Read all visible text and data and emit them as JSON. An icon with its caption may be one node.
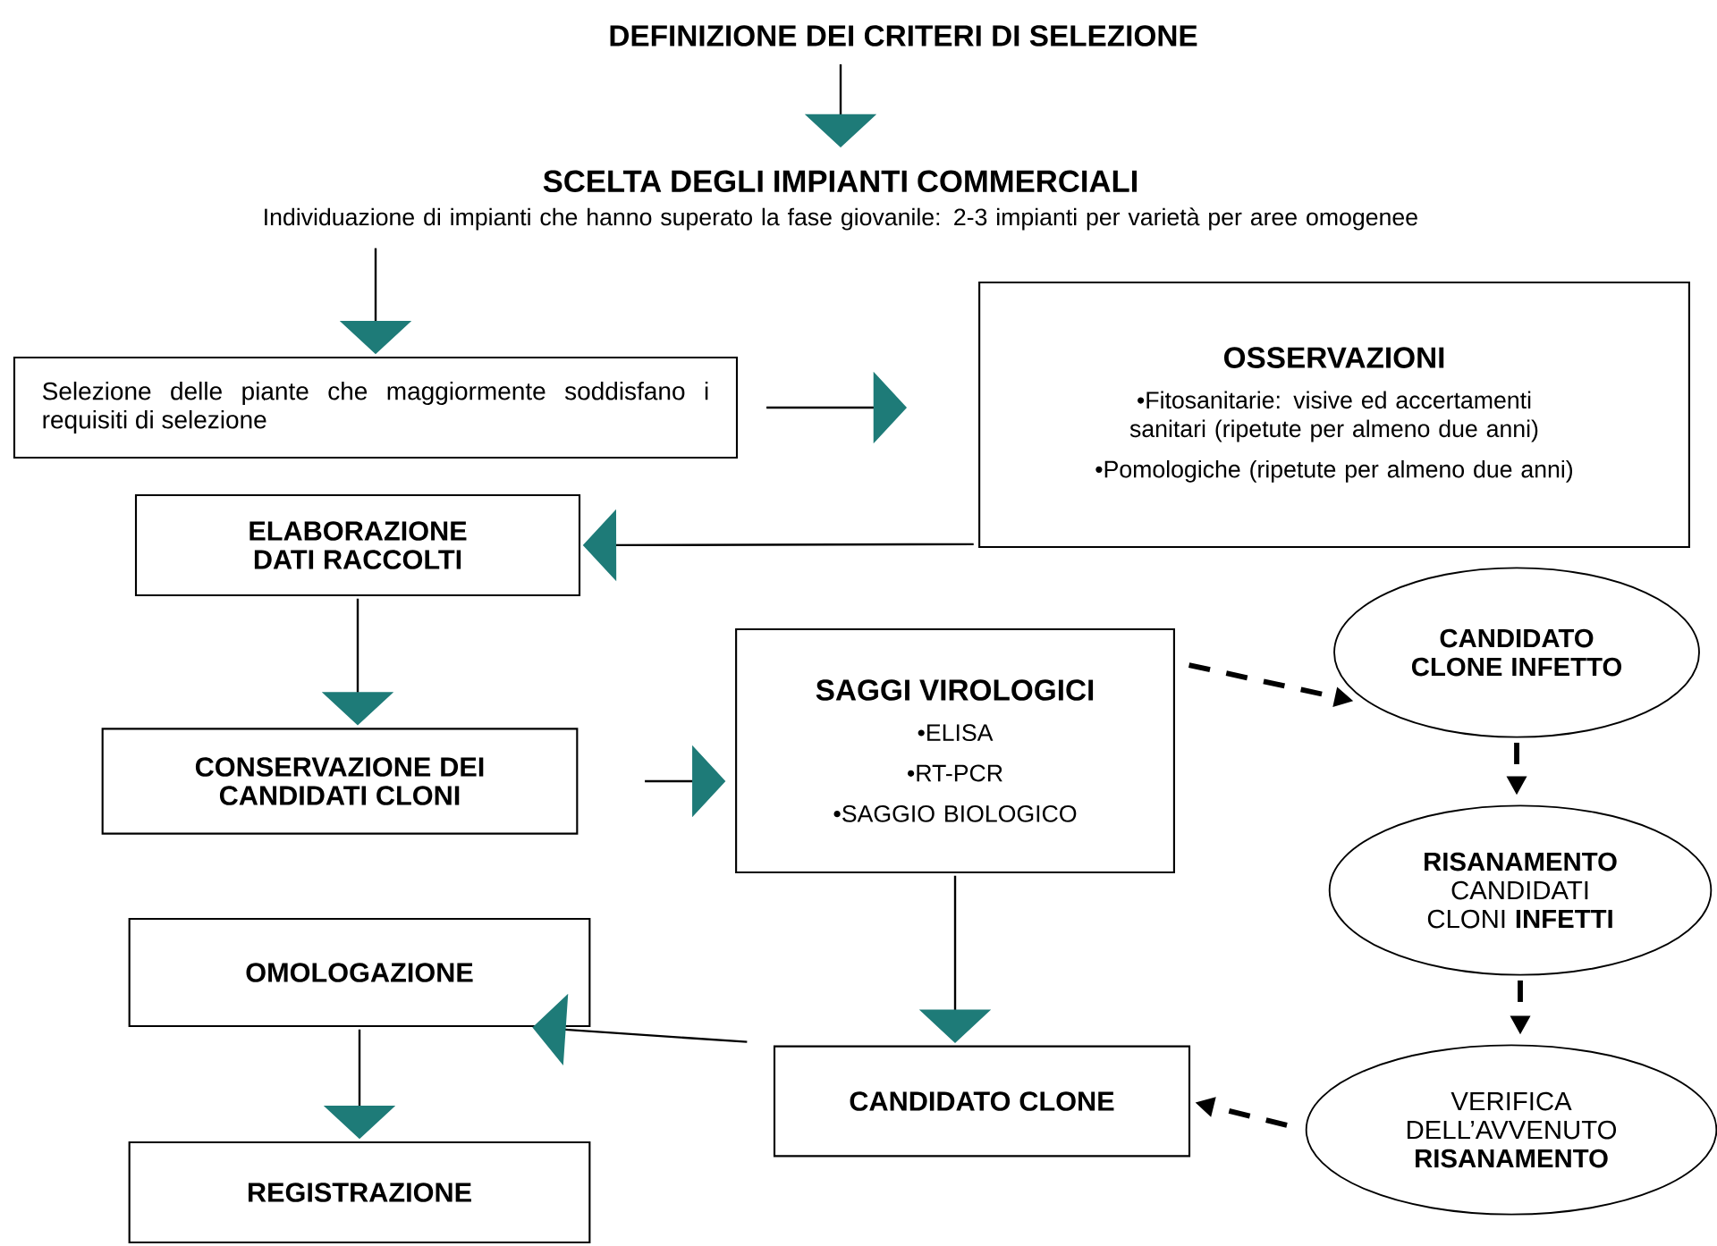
{
  "diagram": {
    "nodes": [
      {
        "text": [
          "DEFINIZIONE DEI CRITERI DI SELEZIONE"
        ]
      },
      {
        "text": [
          "SCELTA DEGLI IMPIANTI COMMERCIALI",
          "Individuazione di impianti che hanno superato la fase giovanile: 2-3 impianti per varietà per aree omogenee"
        ]
      },
      {
        "text": [
          "Selezione delle piante che maggiormente soddisfano i requisiti di selezione"
        ]
      },
      {
        "text": [
          "OSSERVAZIONI",
          "•Fitosanitarie: visive ed accertamenti sanitari (ripetute per almeno due anni)",
          "•Pomologiche (ripetute per almeno due anni)"
        ]
      },
      {
        "text": [
          "ELABORAZIONE DATI RACCOLTI"
        ]
      },
      {
        "text": [
          "CONSERVAZIONE DEI CANDIDATI CLONI"
        ]
      },
      {
        "text": [
          "SAGGI VIROLOGICI",
          "•ELISA",
          "•RT-PCR",
          "•SAGGIO BIOLOGICO"
        ]
      },
      {
        "text": [
          "CANDIDATO CLONE INFETTO"
        ]
      },
      {
        "text": [
          "**RISANAMENTO** CANDIDATI CLONI **INFETTI**"
        ]
      },
      {
        "text": [
          "VERIFICA DELL’AVVENUTO **RISANAMENTO**"
        ]
      },
      {
        "text": [
          "CANDIDATO CLONE"
        ]
      },
      {
        "text": [
          "OMOLOGAZIONE"
        ]
      },
      {
        "text": [
          "REGISTRAZIONE"
        ]
      }
    ],
    "edges": [
      {
        "from": 0,
        "to": 1,
        "arrow": "to"
      },
      {
        "from": 1,
        "to": 2,
        "arrow": "to"
      },
      {
        "from": 2,
        "to": 3,
        "arrow": "to"
      },
      {
        "from": 3,
        "to": 4,
        "arrow": "to"
      },
      {
        "from": 4,
        "to": 5,
        "arrow": "to"
      },
      {
        "from": 5,
        "to": 6,
        "arrow": "to"
      },
      {
        "from": 6,
        "to": 7,
        "arrow": "to",
        "style": "dashed"
      },
      {
        "from": 7,
        "to": 8,
        "arrow": "to",
        "style": "dashed"
      },
      {
        "from": 8,
        "to": 9,
        "arrow": "to",
        "style": "dashed"
      },
      {
        "from": 9,
        "to": 10,
        "arrow": "to",
        "style": "dashed"
      },
      {
        "from": 6,
        "to": 10,
        "arrow": "to"
      },
      {
        "from": 10,
        "to": 11,
        "arrow": "to"
      },
      {
        "from": 11,
        "to": 12,
        "arrow": "to"
      }
    ]
  }
}
